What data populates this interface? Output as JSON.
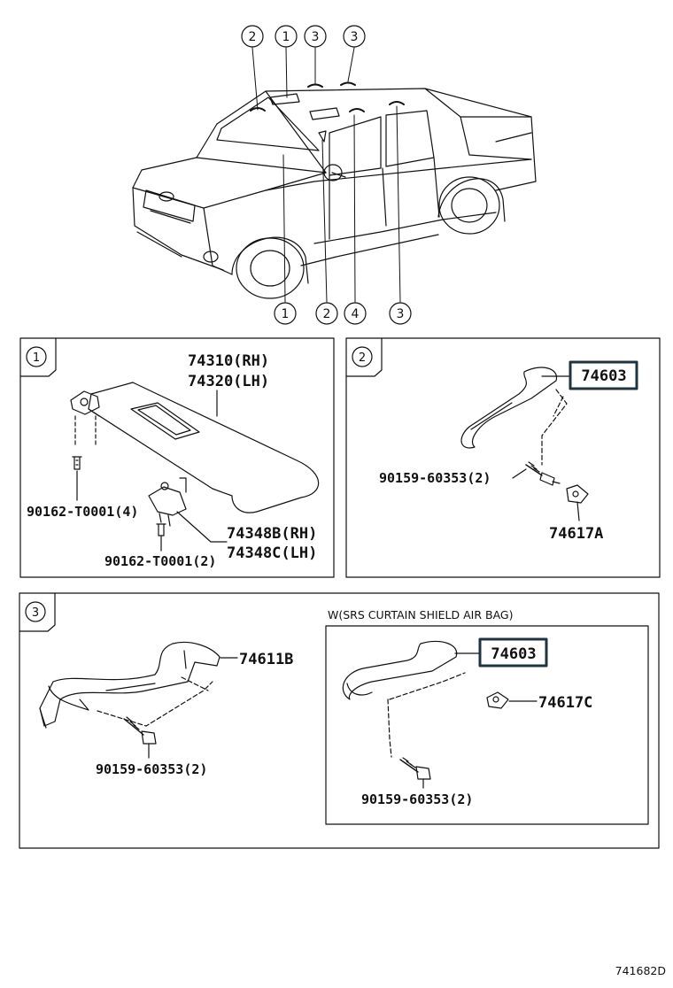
{
  "callouts": {
    "top": [
      "2",
      "1",
      "3",
      "3"
    ],
    "bottom": [
      "1",
      "2",
      "4",
      "3"
    ]
  },
  "panel1": {
    "label": "1",
    "visor_rh": "74310(RH)",
    "visor_lh": "74320(LH)",
    "screw_a": "90162-T0001(4)",
    "holder_rh": "74348B(RH)",
    "holder_lh": "74348C(LH)",
    "screw_b": "90162-T0001(2)"
  },
  "panel2": {
    "label": "2",
    "grip": "74603",
    "screw": "90159-60353(2)",
    "cover": "74617A"
  },
  "panel3": {
    "label": "3",
    "grip": "74611B",
    "screw": "90159-60353(2)",
    "subpanel": {
      "title": "W(SRS CURTAIN SHIELD AIR BAG)",
      "grip": "74603",
      "cover": "74617C",
      "screw": "90159-60353(2)"
    }
  },
  "figure_id": "741682D",
  "colors": {
    "highlight_border": "#1f3340",
    "line": "#111111"
  }
}
